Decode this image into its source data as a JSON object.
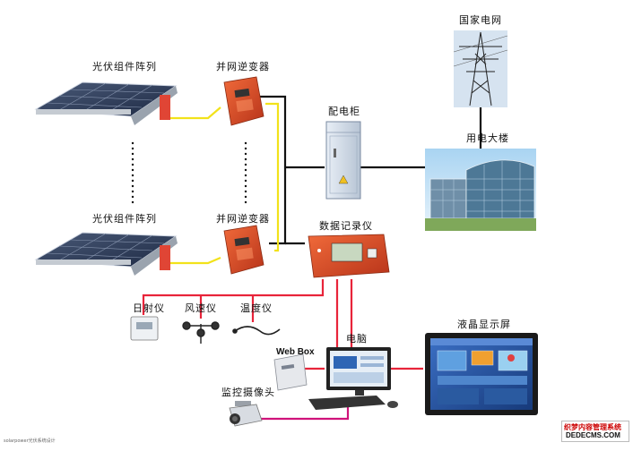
{
  "labels": {
    "pv_top": "光伏组件阵列",
    "inv_top": "并网逆变器",
    "cabinet": "配电柜",
    "grid": "国家电网",
    "building": "用电大楼",
    "pv_bottom": "光伏组件阵列",
    "inv_bottom": "并网逆变器",
    "logger": "数据记录仪",
    "irradiance": "日射仪",
    "wind": "风速仪",
    "temperature": "温度仪",
    "computer": "电脑",
    "lcd": "液晶显示屏",
    "webbox": "Web Box",
    "camera": "监控摄像头"
  },
  "watermark": {
    "title": "织梦内容管理系统",
    "site": "DEDECMS.COM"
  },
  "footer_text": "solarpower光伏系统设计",
  "colors": {
    "inverter": "#d94a22",
    "dc_cable": "#f2e21a",
    "ac_cable": "#111111",
    "signal_cable": "#e8243a",
    "video_cable": "#d0137a"
  }
}
